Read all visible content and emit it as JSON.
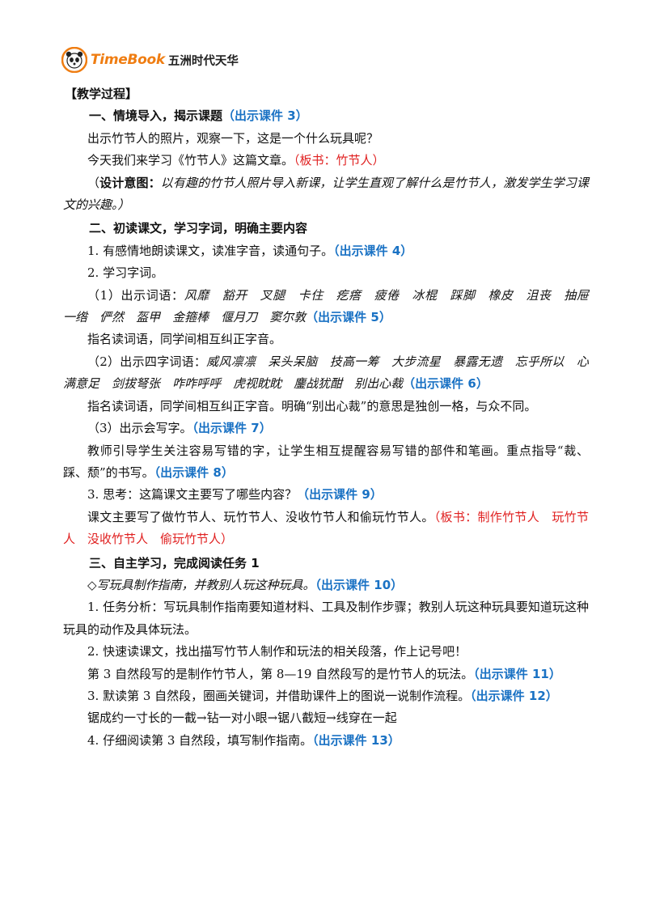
{
  "header": {
    "brand": "TimeBook",
    "brand_cn": "五洲时代天华"
  },
  "doc": {
    "section_title": "【教学过程】",
    "s1": {
      "heading": "一、情境导入，揭示课题",
      "heading_ref": "（出示课件 3）",
      "p1": "出示竹节人的照片，观察一下，这是一个什么玩具呢？",
      "p2": "今天我们来学习《竹节人》这篇文章。",
      "p2_note": "（板书：竹节人）",
      "design_label": "设计意图：",
      "design_text": "以有趣的竹节人照片导入新课，让学生直观了解什么是竹节人，激发学生学习课文的兴趣。）",
      "design_open": "（"
    },
    "s2": {
      "heading": "二、初读课文，学习字词，明确主要内容",
      "i1": "1. 有感情地朗读课文，读准字音，读通句子。",
      "i1_ref": "（出示课件 4）",
      "i2": "2. 学习字词。",
      "w1_label": "（1）出示词语：",
      "w1_words": [
        "风靡",
        "豁开",
        "叉腿",
        "卡住",
        "疙瘩",
        "疲倦",
        "冰棍",
        "踩脚",
        "橡皮",
        "沮丧",
        "抽屉",
        "一绺",
        "俨然",
        "盔甲",
        "金箍棒",
        "偃月刀",
        "窦尔敦"
      ],
      "w1_ref": "（出示课件 5）",
      "w1_after": "指名读词语，同学间相互纠正字音。",
      "w2_label": "（2）出示四字词语：",
      "w2_words": [
        "威风凛凛",
        "呆头呆脑",
        "技高一筹",
        "大步流星",
        "暴露无遗",
        "忘乎所以",
        "心满意足",
        "剑拔弩张",
        "咋咋呼呼",
        "虎视眈眈",
        "鏖战犹酣",
        "别出心裁"
      ],
      "w2_ref": "（出示课件 6）",
      "w2_after": "指名读词语，同学间相互纠正字音。明确“别出心裁”的意思是独创一格，与众不同。",
      "w3": "（3）出示会写字。",
      "w3_ref": "（出示课件 7）",
      "w3_after": "教师引导学生关注容易写错的字，让学生相互提醒容易写错的部件和笔画。重点指导“裁、踩、颓”的书写。",
      "w3_after_ref": "（出示课件 8）",
      "i3": "3. 思考：这篇课文主要写了哪些内容？",
      "i3_ref": "（出示课件 9）",
      "i3_after": "课文主要写了做竹节人、玩竹节人、没收竹节人和偷玩竹节人。",
      "i3_note": "（板书：制作竹节人　玩竹节人　没收竹节人　偷玩竹节人）"
    },
    "s3": {
      "heading": "三、自主学习，完成阅读任务 1",
      "task": "◇写玩具制作指南，并教别人玩这种玩具。",
      "task_ref": "（出示课件 10）",
      "j1": "1. 任务分析：写玩具制作指南要知道材料、工具及制作步骤；教别人玩这种玩具要知道玩这种玩具的动作及具体玩法。",
      "j2": "2. 快速读课文，找出描写竹节人制作和玩法的相关段落，作上记号吧！",
      "j2_after": "第 3 自然段写的是制作竹节人，第 8—19 自然段写的是竹节人的玩法。",
      "j2_ref": "（出示课件 11）",
      "j3": "3. 默读第 3 自然段，圈画关键词，并借助课件上的图说一说制作流程。",
      "j3_ref": "（出示课件 12）",
      "j3_after": "锯成约一寸长的一截→钻一对小眼→锯八截短→线穿在一起",
      "j4": "4. 仔细阅读第 3 自然段，填写制作指南。",
      "j4_ref": "（出示课件 13）"
    }
  }
}
